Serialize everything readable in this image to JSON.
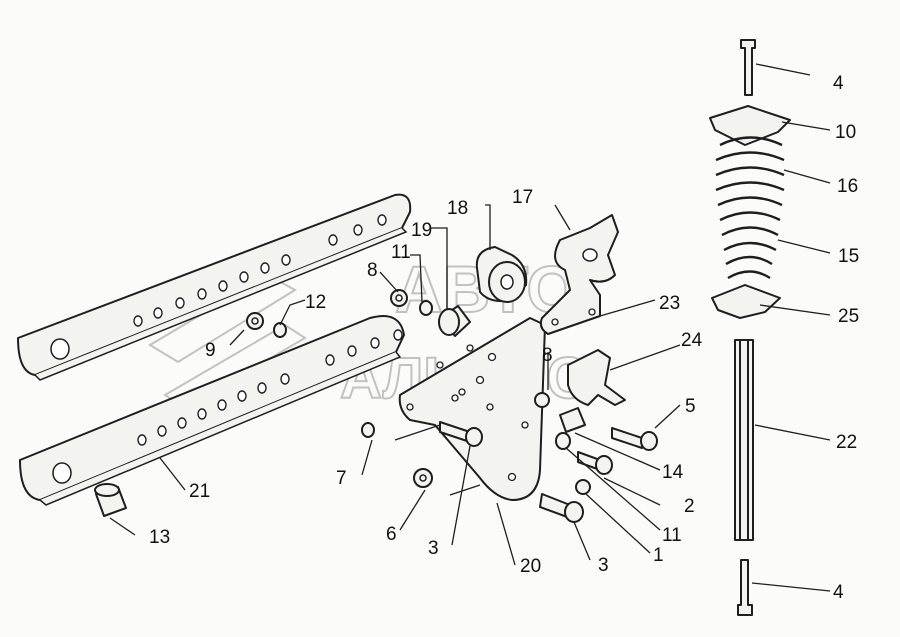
{
  "watermark": {
    "line1": "АВТО",
    "line2": "АЛЬЯНС"
  },
  "labels": {
    "p1": "1",
    "p2": "2",
    "p3a": "3",
    "p3b": "3",
    "p4a": "4",
    "p4b": "4",
    "p5": "5",
    "p6": "6",
    "p7": "7",
    "p8a": "8",
    "p8b": "8",
    "p9": "9",
    "p10": "10",
    "p11a": "11",
    "p11b": "11",
    "p12": "12",
    "p13": "13",
    "p14": "14",
    "p15": "15",
    "p16": "16",
    "p17": "17",
    "p18": "18",
    "p19": "19",
    "p20": "20",
    "p21": "21",
    "p22": "22",
    "p23": "23",
    "p24": "24",
    "p25": "25"
  }
}
